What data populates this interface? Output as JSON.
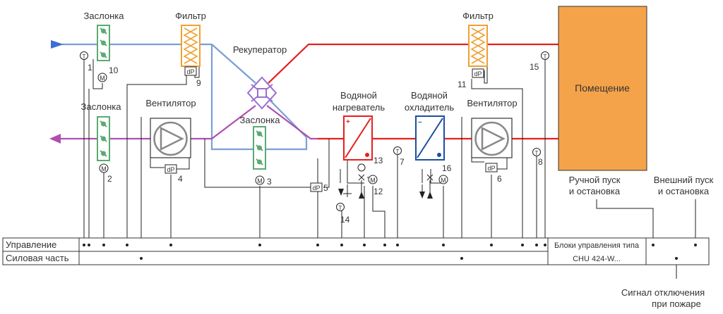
{
  "labels": {
    "damper_top": "Заслонка",
    "damper_mid": "Заслонка",
    "damper_bypass": "Заслонка",
    "filter_left": "Фильтр",
    "filter_right": "Фильтр",
    "recuperator": "Рекуператор",
    "fan_left": "Вентилятор",
    "fan_right": "Вентилятор",
    "heater_line1": "Водяной",
    "heater_line2": "нагреватель",
    "cooler_line1": "Водяной",
    "cooler_line2": "охладитель",
    "room": "Помещение",
    "manual_line1": "Ручной пуск",
    "manual_line2": "и остановка",
    "external_line1": "Внешний пуск",
    "external_line2": "и остановка",
    "fire_line1": "Сигнал отключения",
    "fire_line2": "при пожаре",
    "control_row": "Управление",
    "power_row": "Силовая часть",
    "block_line1": "Блоки управления типа",
    "block_line2": "CHU 424-W..."
  },
  "symbols": {
    "temperature": "T",
    "motor": "M",
    "pressure": "dP",
    "plus": "+",
    "minus": "–"
  },
  "numbers": {
    "n1": "1",
    "n2": "2",
    "n3": "3",
    "n4": "4",
    "n5": "5",
    "n6": "6",
    "n7": "7",
    "n8": "8",
    "n9": "9",
    "n10": "10",
    "n11": "11",
    "n12": "12",
    "n13": "13",
    "n14": "14",
    "n15": "15",
    "n16": "16"
  },
  "colors": {
    "outdoor_air": "#7a9fd4",
    "exhaust_air": "#b04fb0",
    "supply_air": "#e52020",
    "arrow_blue": "#3f6ad8",
    "damper_green": "#5aaa72",
    "filter_orange": "#f0a030",
    "room_fill": "#f5a34a",
    "cooler_blue": "#1c4fa0"
  }
}
